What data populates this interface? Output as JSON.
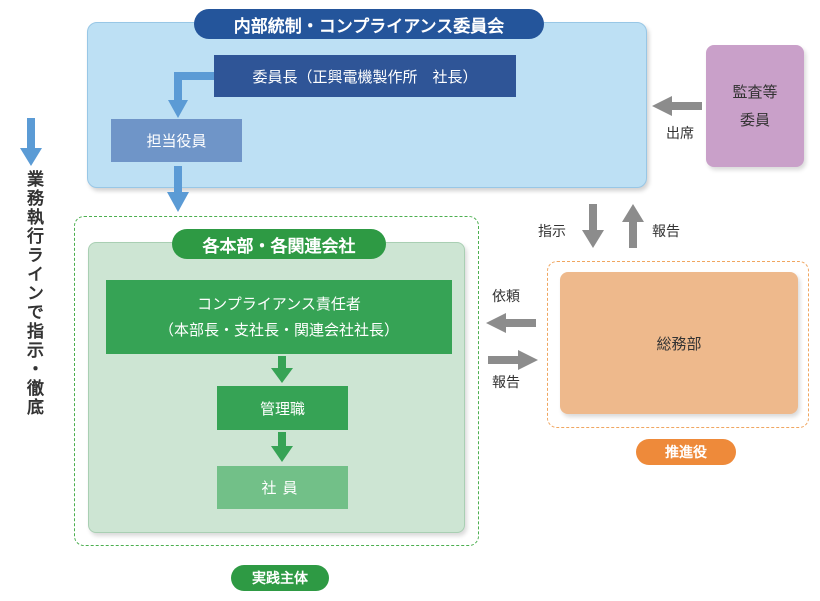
{
  "left_label": "業務執行ラインで指示・徹底",
  "committee": {
    "title": "内部統制・コンプライアンス委員会",
    "chair": "委員長（正興電機製作所　社長）",
    "officer": "担当役員"
  },
  "audit": {
    "line1": "監査等",
    "line2": "委員",
    "attend": "出席"
  },
  "departments": {
    "title": "各本部・各関連会社",
    "resp_line1": "コンプライアンス責任者",
    "resp_line2": "（本部長・支社長・関連会社社長）",
    "manager": "管理職",
    "employee": "社員",
    "role": "実践主体"
  },
  "general_affairs": {
    "name": "総務部",
    "role": "推進役"
  },
  "flows": {
    "instruct": "指示",
    "report_up": "報告",
    "request": "依頼",
    "report_right": "報告"
  },
  "colors": {
    "committee_title": "#24559b",
    "chair": "#2f5597",
    "officer": "#6f95c8",
    "committee_bg": "#bde0f4",
    "audit": "#c9a0c9",
    "dept_green": "#36a355",
    "dept_bg": "#cde5d3",
    "employee": "#72c088",
    "ga": "#eeb98c",
    "promo": "#ee8a3a",
    "arrow_gray": "#8c8c8c",
    "arrow_blue": "#5b9bd5"
  }
}
